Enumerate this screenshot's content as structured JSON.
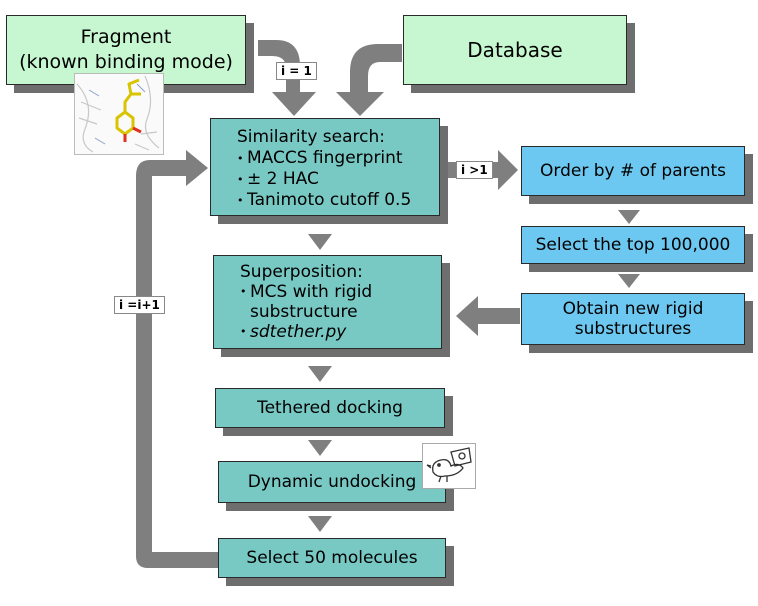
{
  "fragment": {
    "line1": "Fragment",
    "line2": "(known binding mode)"
  },
  "database": {
    "label": "Database"
  },
  "similarity": {
    "title": "Similarity search:",
    "items": [
      "MACCS fingerprint",
      "± 2 HAC",
      "Tanimoto cutoff 0.5"
    ]
  },
  "superposition": {
    "title": "Superposition:",
    "item1_line1": "MCS with rigid",
    "item1_line2": "substructure",
    "item2": "sdtether.py"
  },
  "steps": {
    "tethered": "Tethered docking",
    "undocking": "Dynamic undocking",
    "select": "Select 50 molecules"
  },
  "right": {
    "order": "Order by # of parents",
    "top": "Select the top 100,000",
    "obtain_line1": "Obtain new rigid",
    "obtain_line2": "substructures"
  },
  "labels": {
    "i1": "i = 1",
    "igt1": "i >1",
    "iinc": "i =i+1"
  },
  "colors": {
    "green_box": "#c6f7d0",
    "teal_box": "#78c8c4",
    "blue_box": "#6cc8f0",
    "arrow": "#7f7f7f",
    "shadow": "#6e6e6e"
  },
  "icons": [
    "molecule-structure-image",
    "bird-icon"
  ]
}
